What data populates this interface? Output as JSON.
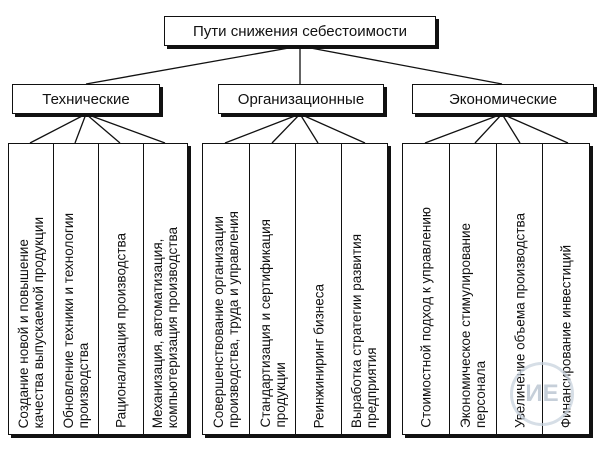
{
  "root": "Пути снижения себестоимости",
  "categories": [
    {
      "label": "Технические",
      "items": [
        "Создание новой и повышение\nкачества выпускаемой продукции",
        "Обновление техники и технологии\nпроизводства",
        "Рационализация производства",
        "Механизация, автоматизация,\nкомпьютеризация производства"
      ]
    },
    {
      "label": "Организационные",
      "items": [
        "Совершенствование организации\nпроизводства, труда и управления",
        "Стандартизация и сертификация\nпродукции",
        "Реинжиниринг бизнеса",
        "Выработка стратегии развития\nпредприятия"
      ]
    },
    {
      "label": "Экономические",
      "items": [
        "Стоимостной подход к управлению",
        "Экономическое стимулирование\nперсонала",
        "Увеличение объема производства",
        "Финансирование инвестиций"
      ]
    }
  ],
  "watermark": "ИЕ"
}
